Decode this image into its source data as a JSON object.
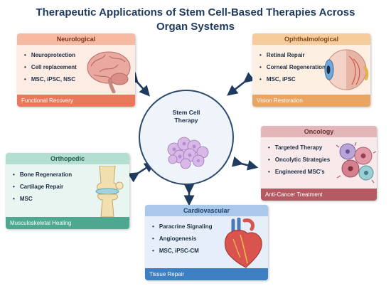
{
  "title_line1": "Therapeutic Applications of Stem Cell-Based Therapies Across",
  "title_line2": "Organ Systems",
  "center": {
    "line1": "Stem Cell",
    "line2": "Therapy"
  },
  "colors": {
    "neuro": "#e8795a",
    "ophth": "#e8a563",
    "onco": "#b35a62",
    "ortho": "#4ea890",
    "cardio": "#3e7fc3",
    "arrow": "#1f3a5f"
  },
  "cards": {
    "neuro": {
      "header": "Neurological",
      "items": [
        "Neuroprotection",
        "Cell replacement",
        "MSC, iPSC, NSC"
      ],
      "footer": "Functional Recovery",
      "icon": "brain-icon"
    },
    "ophth": {
      "header": "Ophthalmological",
      "items": [
        "Retinal Repair",
        "Corneal Regeneration",
        "MSC, iPSC"
      ],
      "footer": "Vision Restoration",
      "icon": "eye-icon"
    },
    "onco": {
      "header": "Oncology",
      "items": [
        "Targeted Therapy",
        "Oncolytic Strategies",
        "Engineered MSC's"
      ],
      "footer": "Anti-Cancer Treatment",
      "icon": "cancer-cells-icon"
    },
    "ortho": {
      "header": "Orthopedic",
      "items": [
        "Bone Regeneration",
        "Cartilage Repair",
        "MSC"
      ],
      "footer": "Musculoskeletal Healing",
      "icon": "knee-joint-icon"
    },
    "cardio": {
      "header": "Cardiovascular",
      "items": [
        "Paracrine Signaling",
        "Angiogenesis",
        "MSC, iPSC-CM"
      ],
      "footer": "Tissue Repair",
      "icon": "heart-icon"
    }
  }
}
